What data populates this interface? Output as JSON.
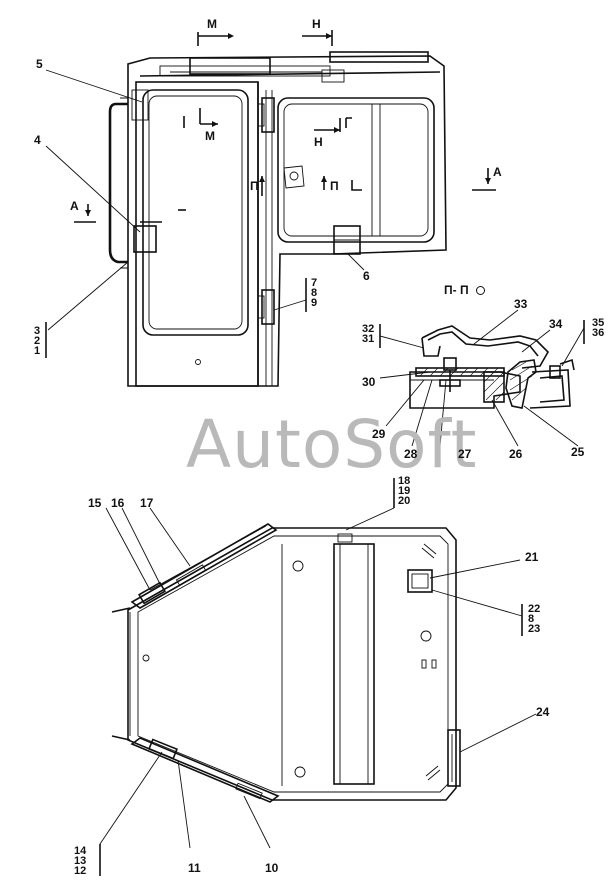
{
  "watermark": "AutoSoft",
  "section_title": "П- П",
  "view_marks": {
    "m": "М",
    "n": "Н",
    "a": "А",
    "p": "П"
  },
  "callouts": {
    "c1": "1",
    "c2": "2",
    "c3": "3",
    "c4": "4",
    "c5": "5",
    "c6": "6",
    "c7": "7",
    "c8": "8",
    "c9": "9",
    "c10": "10",
    "c11": "11",
    "c12": "12",
    "c13": "13",
    "c14": "14",
    "c15": "15",
    "c16": "16",
    "c17": "17",
    "c18": "18",
    "c19": "19",
    "c20": "20",
    "c21": "21",
    "c22": "22",
    "c23": "23",
    "c24": "24",
    "c25": "25",
    "c26": "26",
    "c27": "27",
    "c28": "28",
    "c29": "29",
    "c30": "30",
    "c31": "31",
    "c32": "32",
    "c33": "33",
    "c34": "34",
    "c35": "35",
    "c36": "36"
  }
}
